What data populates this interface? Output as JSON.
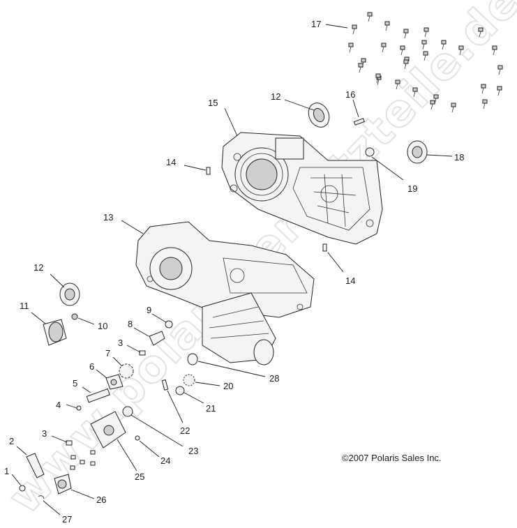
{
  "watermark": "www.polaris-ersatzteile.de",
  "copyright": "©2007 Polaris Sales Inc.",
  "callouts": [
    "1",
    "2",
    "3",
    "3",
    "4",
    "5",
    "6",
    "7",
    "8",
    "9",
    "10",
    "11",
    "12",
    "12",
    "13",
    "14",
    "14",
    "15",
    "16",
    "17",
    "18",
    "19",
    "20",
    "21",
    "22",
    "23",
    "24",
    "25",
    "26",
    "27",
    "28"
  ]
}
